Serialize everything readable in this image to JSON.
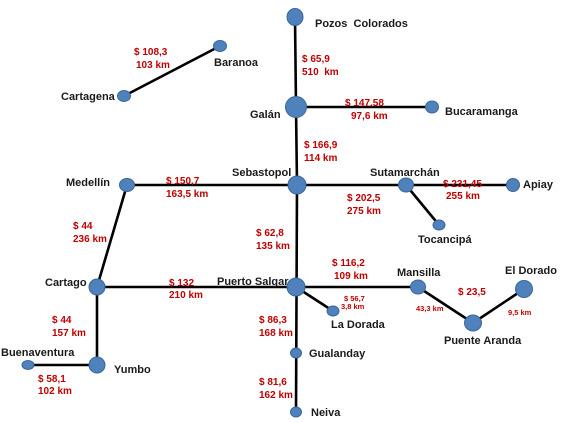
{
  "nodes": {
    "pozos_colorados": "Pozos  Colorados",
    "baranoa": "Baranoa",
    "cartagena": "Cartagena",
    "galan": "Galán",
    "bucaramanga": "Bucaramanga",
    "sebastopol": "Sebastopol",
    "sutamarchan": "Sutamarchán",
    "medellin": "Medellín",
    "apiay": "Apiay",
    "tocancipa": "Tocancipá",
    "cartago": "Cartago",
    "puerto_salgar": "Puerto Salgar",
    "mansilla": "Mansilla",
    "el_dorado": "El Dorado",
    "la_dorada": "La Dorada",
    "puente_aranda": "Puente Aranda",
    "gualanday": "Gualanday",
    "buenaventura": "Buenaventura",
    "yumbo": "Yumbo",
    "neiva": "Neiva"
  },
  "edges": {
    "cartagena_baranoa": {
      "cost": "$ 108,3",
      "distance": "103 km"
    },
    "pozos_galan": {
      "cost": "$ 65,9",
      "distance": "510  km"
    },
    "galan_bucaramanga": {
      "cost": "$ 147,58",
      "distance": "97,6 km"
    },
    "galan_sebastopol": {
      "cost": "$ 166,9",
      "distance": "114 km"
    },
    "medellin_sebastopol": {
      "cost": "$ 150,7",
      "distance": "163,5 km"
    },
    "sebastopol_sutamarchan": {
      "cost": "$ 202,5",
      "distance": "275 km"
    },
    "sutamarchan_apiay": {
      "cost": "$ 231,45",
      "distance": "255 km"
    },
    "medellin_cartago": {
      "cost": "$ 44",
      "distance": "236 km"
    },
    "sebastopol_puerto_salgar": {
      "cost": "$ 62,8",
      "distance": "135 km"
    },
    "cartago_puerto_salgar": {
      "cost": "$ 132",
      "distance": "210 km"
    },
    "puerto_salgar_mansilla": {
      "cost": "$ 116,2",
      "distance": "109 km"
    },
    "puerto_salgar_la_dorada": {
      "cost": "$ 56,7",
      "distance": "3,8 km"
    },
    "mansilla_puente_aranda": {
      "cost": "",
      "distance": "43,3 km"
    },
    "puente_aranda_el_dorado": {
      "cost": "$ 23,5",
      "distance": "9,5 km"
    },
    "cartago_yumbo": {
      "cost": "$ 44",
      "distance": "157 km"
    },
    "puerto_salgar_gualanday": {
      "cost": "$ 86,3",
      "distance": "168 km"
    },
    "buenaventura_yumbo": {
      "cost": "$ 58,1",
      "distance": "102 km"
    },
    "gualanday_neiva": {
      "cost": "$ 81,6",
      "distance": "162 km"
    }
  },
  "colors": {
    "node_fill": "#4f81bd",
    "edge_line": "#000000",
    "edge_label": "#c00000",
    "node_label": "#1a1a1a"
  }
}
